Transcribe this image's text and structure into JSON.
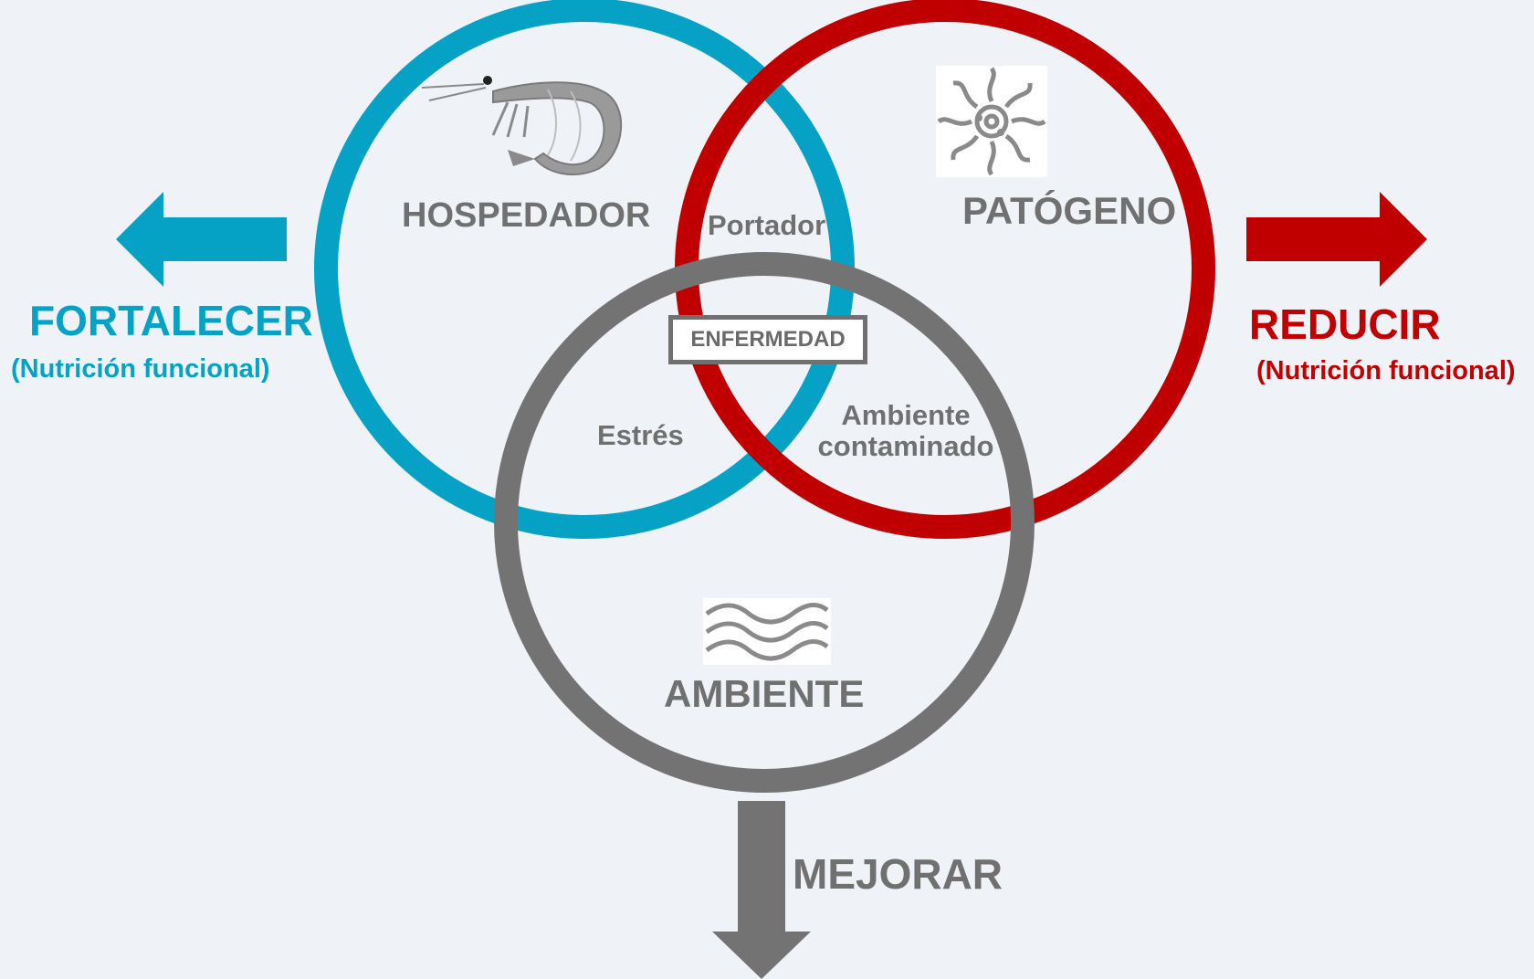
{
  "colors": {
    "host": "#05a2c6",
    "pathogen": "#c00000",
    "environment": "#737373",
    "text_grey": "#707070",
    "background": "#eff3f8"
  },
  "circles": {
    "host": {
      "label": "HOSPEDADOR",
      "icon": "shrimp-icon"
    },
    "pathogen": {
      "label": "PATÓGENO",
      "icon": "virus-icon"
    },
    "environment": {
      "label": "AMBIENTE",
      "icon": "water-waves-icon"
    }
  },
  "intersections": {
    "host_pathogen": "Portador",
    "host_environment": "Estrés",
    "pathogen_environment_line1": "Ambiente",
    "pathogen_environment_line2": "contaminado",
    "center": "ENFERMEDAD"
  },
  "actions": {
    "left": {
      "title": "FORTALECER",
      "subtitle": "(Nutrición funcional)",
      "direction": "left"
    },
    "right": {
      "title": "REDUCIR",
      "subtitle": "(Nutrición funcional)",
      "direction": "right"
    },
    "bottom": {
      "title": "MEJORAR",
      "direction": "down"
    }
  }
}
